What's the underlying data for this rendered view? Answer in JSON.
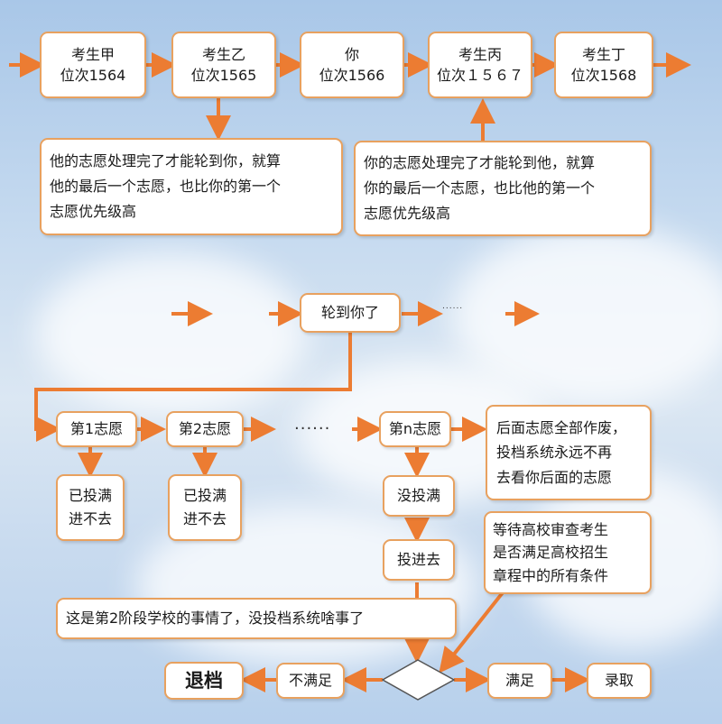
{
  "nodes": {
    "jia": [
      "考生甲",
      "位次1564"
    ],
    "yi": [
      "考生乙",
      "位次1565"
    ],
    "ni": [
      "你",
      "位次1566"
    ],
    "bing": [
      "考生丙",
      "位次１５６７"
    ],
    "ding": [
      "考生丁",
      "位次1568"
    ],
    "note_left": [
      "他的志愿处理完了才能轮到你，就算",
      "他的最后一个志愿，也比你的第一个",
      "志愿优先级高"
    ],
    "note_right": [
      "你的志愿处理完了才能轮到他，就算",
      "你的最后一个志愿，也比他的第一个",
      "志愿优先级高"
    ],
    "your_turn": "轮到你了",
    "choice1": "第1志愿",
    "choice2": "第2志愿",
    "choice_n": "第n志愿",
    "full1": [
      "已投满",
      "进不去"
    ],
    "full2": [
      "已投满",
      "进不去"
    ],
    "not_full": "没投满",
    "submitted": "投进去",
    "void_note": [
      "后面志愿全部作废，",
      "投档系统永远不再",
      "去看你后面的志愿"
    ],
    "review_note": [
      "等待高校审查考生",
      "是否满足高校招生",
      "章程中的所有条件"
    ],
    "stage2_note": "这是第2阶段学校的事情了，没投档系统啥事了",
    "not_satisfied": "不满足",
    "satisfied": "满足",
    "rejected": "退档",
    "admitted": "录取"
  },
  "dots": {
    "row_mid": "......",
    "row_choices": "......"
  },
  "colors": {
    "arrow": "#ec7c32",
    "border": "#e8a15f",
    "background_top": "#a9c7e8",
    "background_bottom": "#b7d0ec"
  }
}
